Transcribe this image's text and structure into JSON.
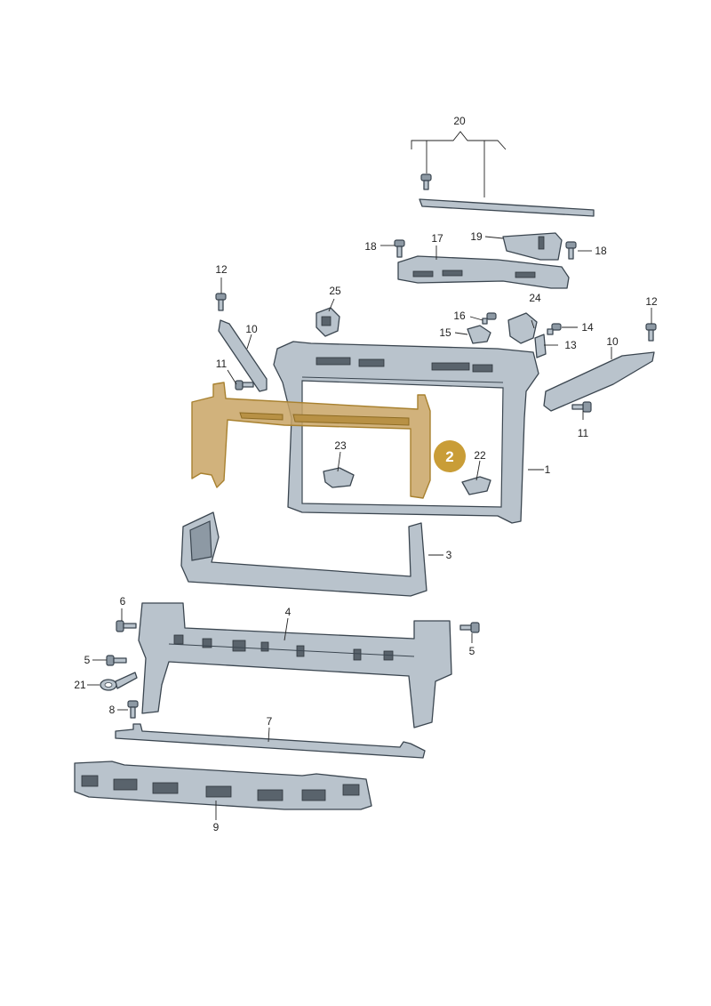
{
  "diagram": {
    "highlighted_part": "2",
    "badge_color": "#c99d37",
    "part_color": "#b9c3cc",
    "highlight_color": "#c9a565"
  },
  "labels": {
    "p1": "1",
    "p3": "3",
    "p4": "4",
    "p5a": "5",
    "p5b": "5",
    "p6": "6",
    "p7": "7",
    "p8": "8",
    "p9": "9",
    "p10a": "10",
    "p10b": "10",
    "p11a": "11",
    "p11b": "11",
    "p12a": "12",
    "p12b": "12",
    "p13": "13",
    "p14": "14",
    "p15": "15",
    "p16": "16",
    "p17": "17",
    "p18a": "18",
    "p18b": "18",
    "p19": "19",
    "p20": "20",
    "p21": "21",
    "p22": "22",
    "p23": "23",
    "p24": "24",
    "p25": "25"
  },
  "badge": {
    "text": "2"
  }
}
